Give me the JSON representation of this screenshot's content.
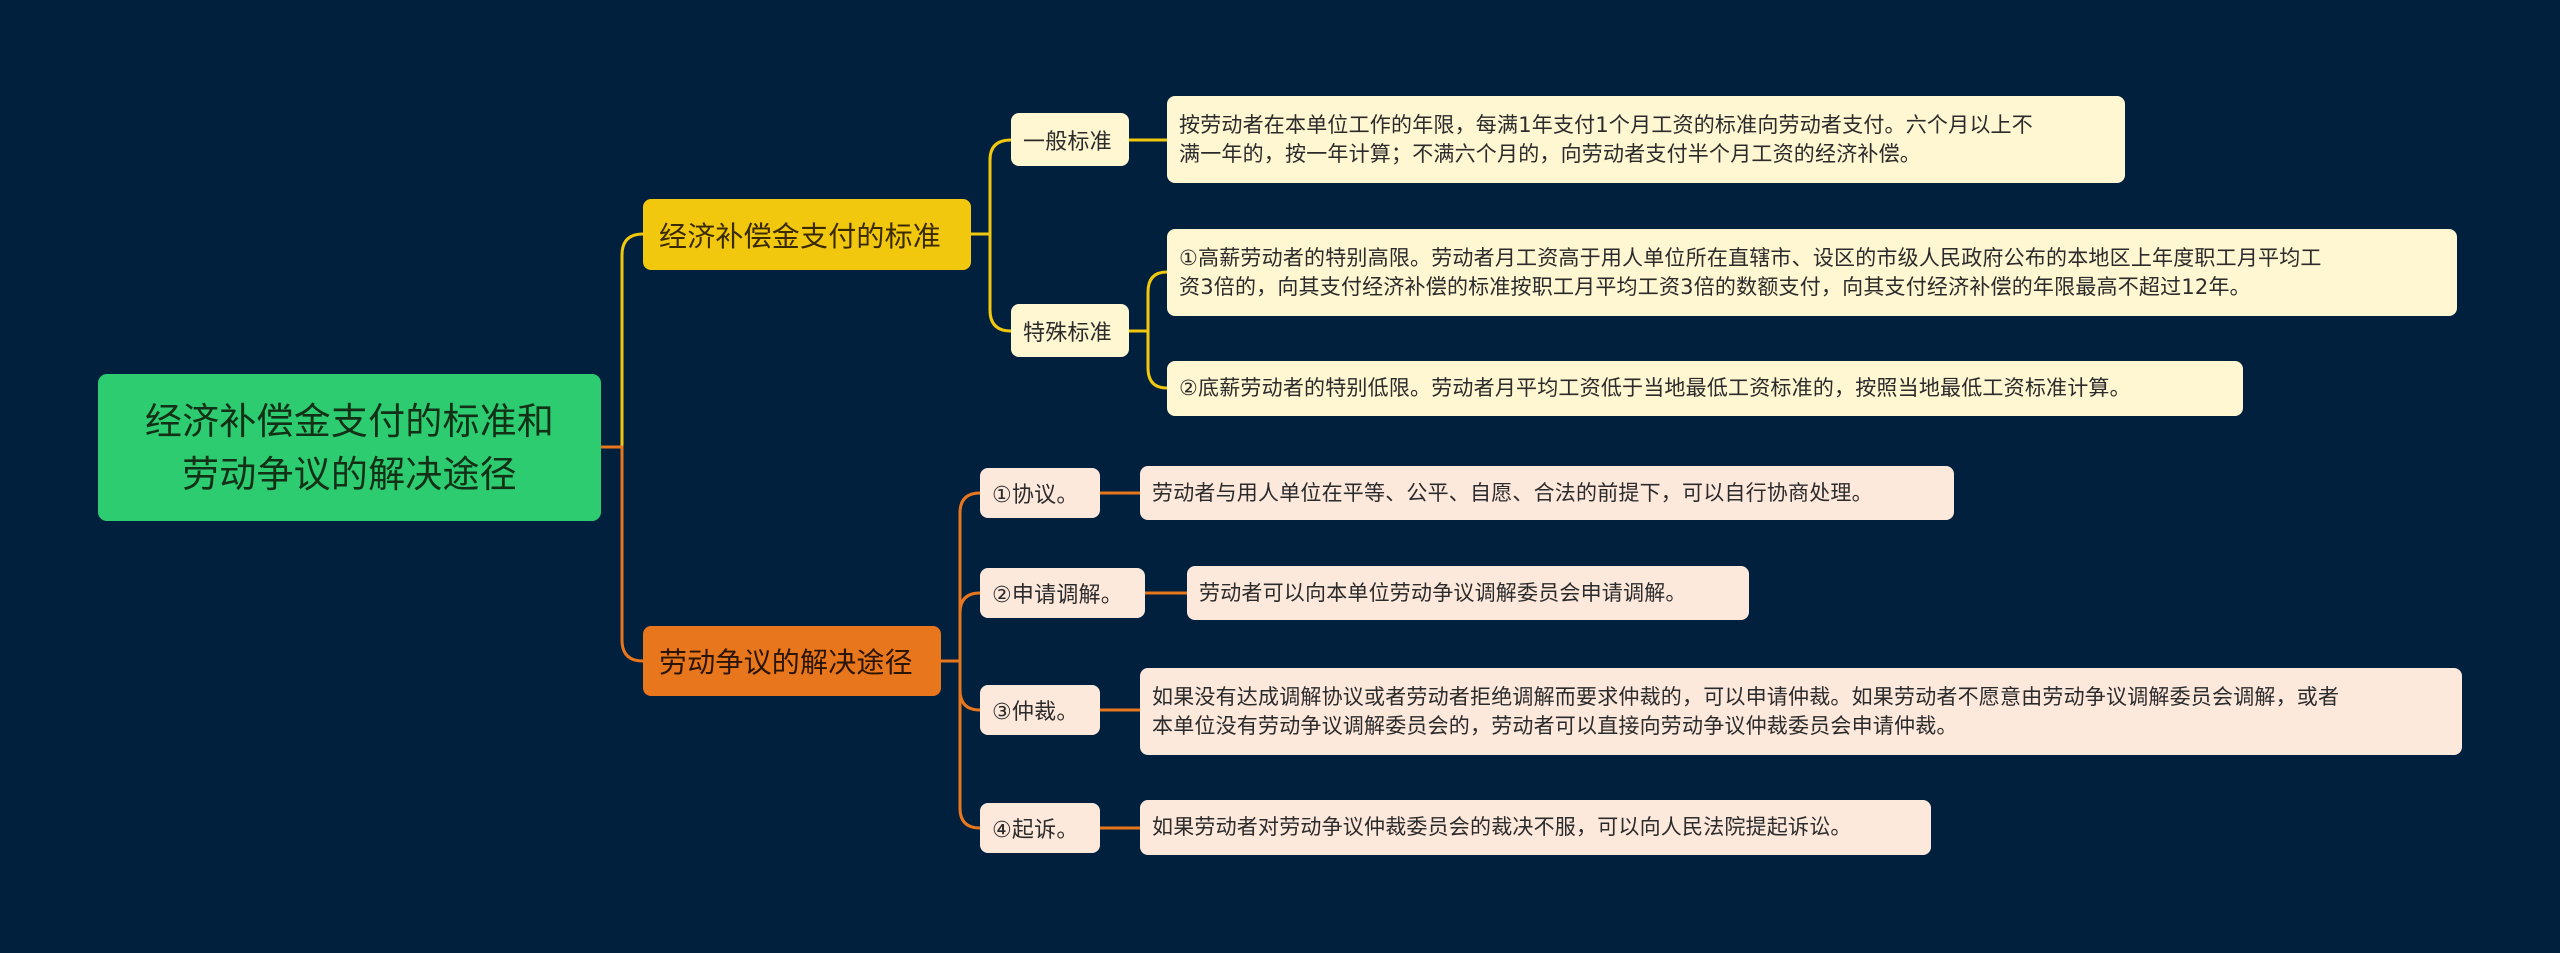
{
  "root": {
    "title_line1": "经济补偿金支付的标准和",
    "title_line2": "劳动争议的解决途径"
  },
  "branches": [
    {
      "label": "经济补偿金支付的标准",
      "color": "#f2c80f",
      "children": [
        {
          "label": "一般标准",
          "leaves": [
            "按劳动者在本单位工作的年限，每满1年支付1个月工资的标准向劳动者支付。六个月以上不\n满一年的，按一年计算；不满六个月的，向劳动者支付半个月工资的经济补偿。"
          ]
        },
        {
          "label": "特殊标准",
          "leaves": [
            "①高薪劳动者的特别高限。劳动者月工资高于用人单位所在直辖市、设区的市级人民政府公布的本地区上年度职工月平均工\n资3倍的，向其支付经济补偿的标准按职工月平均工资3倍的数额支付，向其支付经济补偿的年限最高不超过12年。",
            "②底薪劳动者的特别低限。劳动者月平均工资低于当地最低工资标准的，按照当地最低工资标准计算。"
          ]
        }
      ]
    },
    {
      "label": "劳动争议的解决途径",
      "color": "#e8761c",
      "children": [
        {
          "label": "①协议。",
          "leaves": [
            "劳动者与用人单位在平等、公平、自愿、合法的前提下，可以自行协商处理。"
          ]
        },
        {
          "label": "②申请调解。",
          "leaves": [
            "劳动者可以向本单位劳动争议调解委员会申请调解。"
          ]
        },
        {
          "label": "③仲裁。",
          "leaves": [
            "如果没有达成调解协议或者劳动者拒绝调解而要求仲裁的，可以申请仲裁。如果劳动者不愿意由劳动争议调解委员会调解，或者\n本单位没有劳动争议调解委员会的，劳动者可以直接向劳动争议仲裁委员会申请仲裁。"
          ]
        },
        {
          "label": "④起诉。",
          "leaves": [
            "如果劳动者对劳动争议仲裁委员会的裁决不服，可以向人民法院提起诉讼。"
          ]
        }
      ]
    }
  ],
  "colors": {
    "background": "#01203e",
    "root": "#2ecc71",
    "yellow_link": "#f2c80f",
    "orange_link": "#e8761c"
  }
}
